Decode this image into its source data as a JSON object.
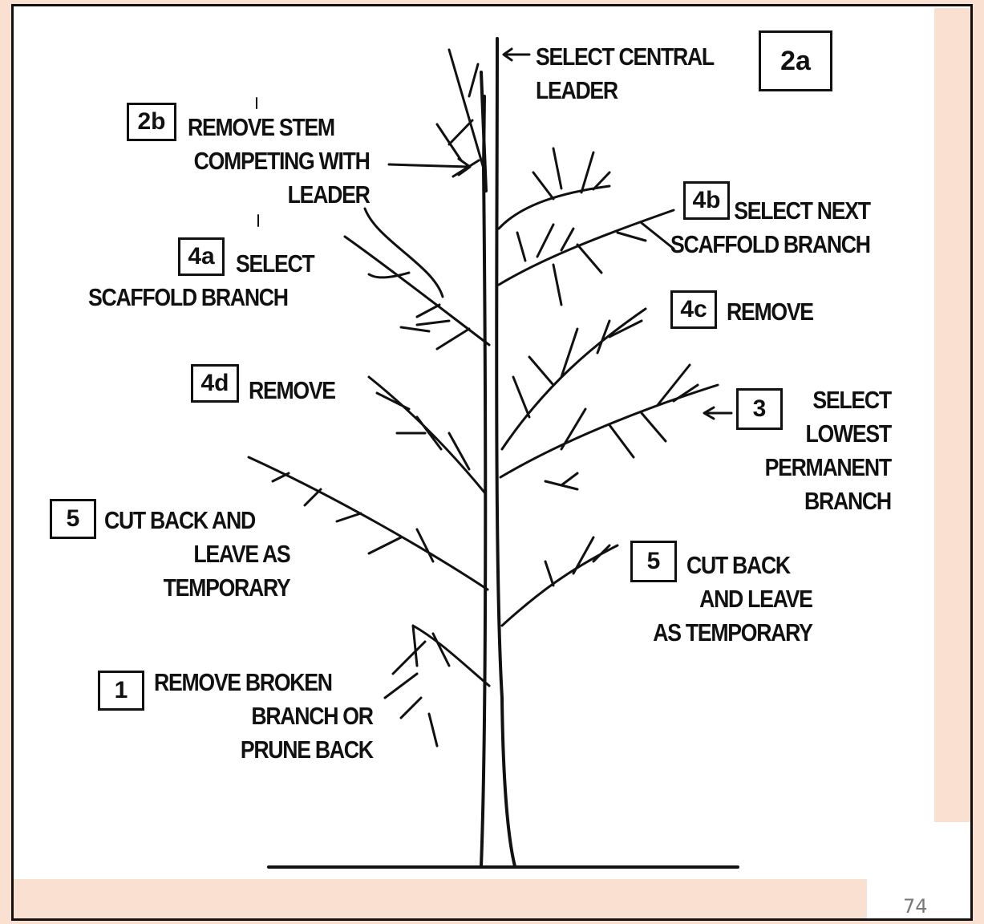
{
  "labels": {
    "tag_2a": "2a",
    "text_2a": "SELECT CENTRAL\nLEADER",
    "tag_2b": "2b",
    "text_2b_line1": "REMOVE STEM",
    "text_2b_rest": "COMPETING WITH\nLEADER",
    "tag_4a": "4a",
    "text_4a_line1": "SELECT",
    "text_4a_line2": "SCAFFOLD BRANCH",
    "tag_4b": "4b",
    "text_4b": "SELECT NEXT\nSCAFFOLD BRANCH",
    "tag_4c": "4c",
    "text_4c": "REMOVE",
    "tag_4d": "4d",
    "text_4d": "REMOVE",
    "tag_3": "3",
    "text_3": "SELECT\nLOWEST\nPERMANENT\nBRANCH",
    "tag_5_left": "5",
    "text_5_left_line1": "CUT BACK AND",
    "text_5_left_rest": "LEAVE AS\nTEMPORARY",
    "tag_5_right": "5",
    "text_5_right_line1": "CUT BACK",
    "text_5_right_rest": "AND LEAVE\nAS TEMPORARY",
    "tag_1": "1",
    "text_1_line1": "REMOVE BROKEN",
    "text_1_rest": "BRANCH OR\nPRUNE BACK"
  },
  "page_number": "74"
}
